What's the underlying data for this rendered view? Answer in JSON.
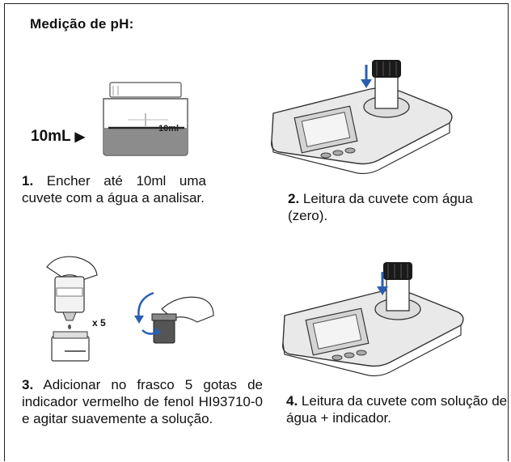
{
  "title": "Medição de pH:",
  "fill_marker_label": "10mL",
  "cuvette_graduation": "10ml",
  "drop_count": "x 5",
  "steps": [
    {
      "number": "1.",
      "text": "Encher até 10ml uma cuvete com a água a analisar."
    },
    {
      "number": "2.",
      "text": "Leitura da cuvete com água (zero)."
    },
    {
      "number": "3.",
      "text": "Adicionar no frasco 5 gotas de indicador vermelho de fenol HI93710-0 e agitar suavemente a solução."
    },
    {
      "number": "4.",
      "text": "Leitura da cuvete com solução de água + indicador."
    }
  ],
  "icons": {
    "fill_arrow": "right-triangle-arrow",
    "insert_arrow": "down-arrow",
    "shake_arrows": "curved-arrows"
  },
  "colors": {
    "arrow_blue": "#2a5fb0",
    "water_gray": "#8c8c8c",
    "frame": "#222222"
  }
}
